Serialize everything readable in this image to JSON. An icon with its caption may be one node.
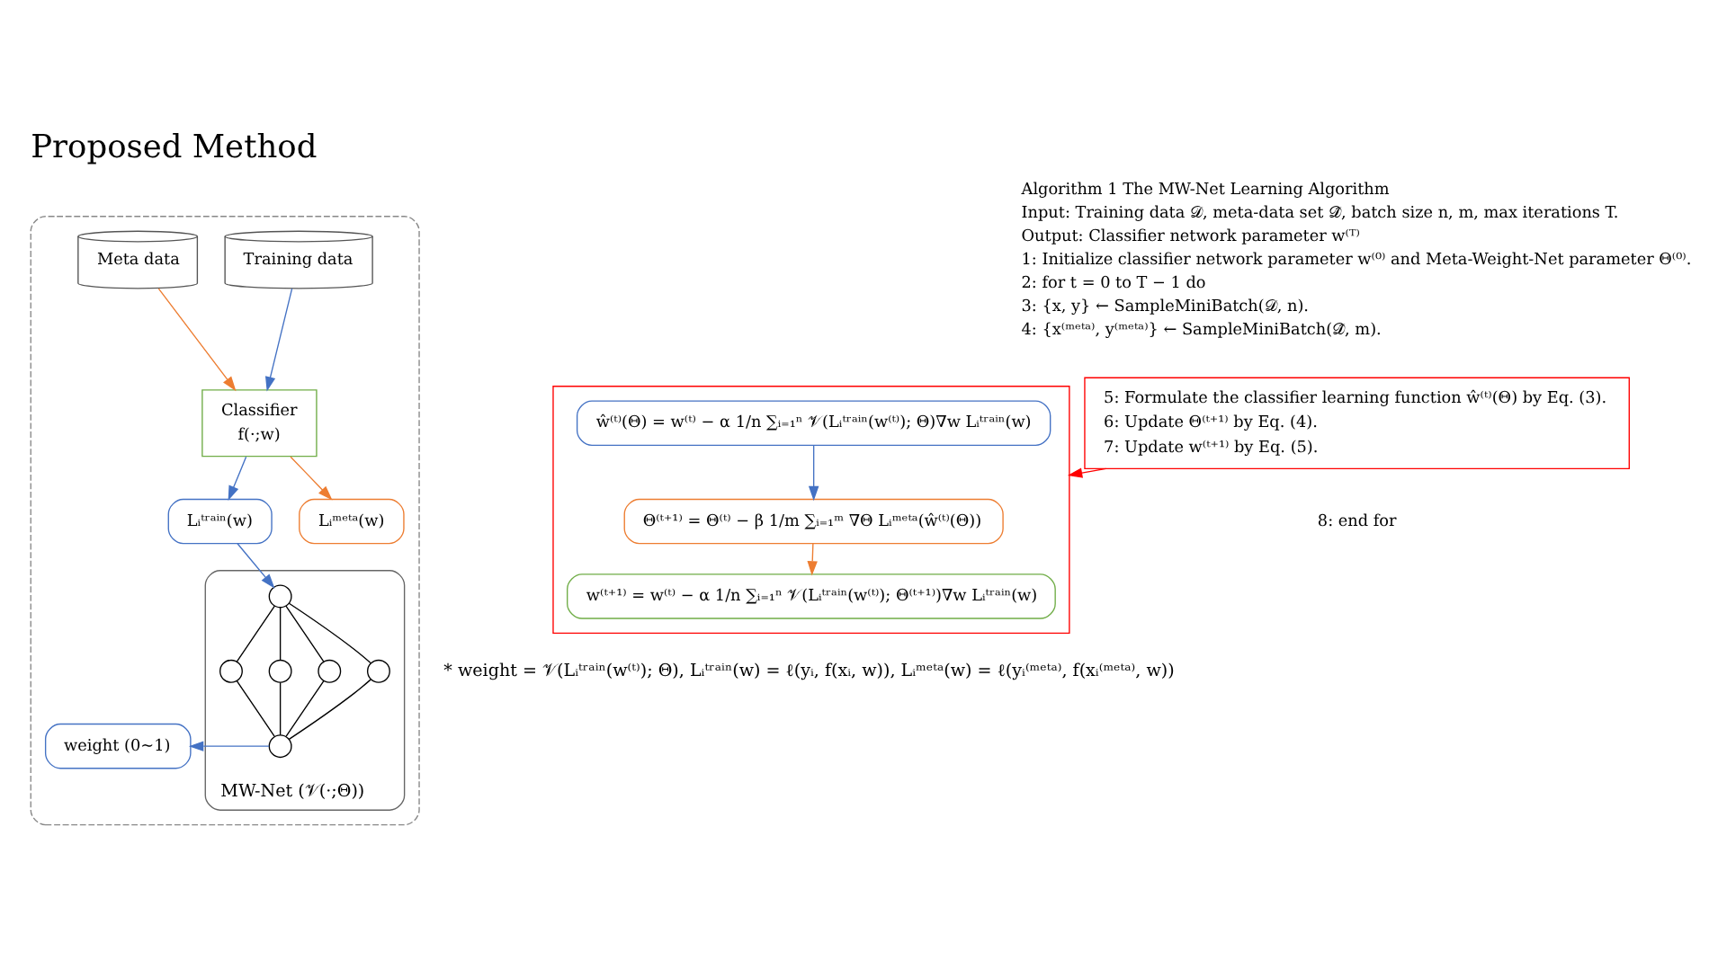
{
  "diagram": {
    "title": "Proposed Method",
    "nodes": [
      {
        "text": [],
        "shape": "box"
      },
      {
        "text": [
          "Training data"
        ],
        "in": 0
      },
      {
        "text": [
          "Meta data"
        ],
        "in": 0
      },
      {
        "text": [
          "Classifier",
          "f(·;w)"
        ],
        "in": 0
      },
      {
        "text": [
          "Lᵢᵗʳᵃⁱⁿ(w)"
        ],
        "in": 0
      },
      {
        "text": [
          "Lᵢᵐᵉᵗᵃ(w)"
        ],
        "in": 0
      },
      {
        "text": [
          "MW-Net (𝒱(·;Θ))"
        ],
        "in": 0
      },
      {
        "text": [],
        "shape": "circle",
        "in": 6
      },
      {
        "text": [],
        "shape": "circle",
        "in": 6
      },
      {
        "text": [],
        "shape": "circle",
        "in": 6
      },
      {
        "text": [],
        "shape": "circle",
        "in": 6
      },
      {
        "text": [],
        "shape": "circle",
        "in": 6
      },
      {
        "text": [],
        "shape": "circle",
        "in": 6
      },
      {
        "text": [
          "weight (0~1)"
        ],
        "in": 0
      },
      {
        "text": [
          "5: Formulate the classifier learning function ŵ⁽ᵗ⁾(Θ) by Eq. (3).",
          "6: Update Θ⁽ᵗ⁺¹⁾ by Eq. (4).",
          "7: Update w⁽ᵗ⁺¹⁾ by Eq. (5)."
        ]
      },
      {
        "text": [],
        "shape": "box"
      },
      {
        "text": [
          "ŵ⁽ᵗ⁾(Θ) = w⁽ᵗ⁾ − α 1/n ∑ᵢ₌₁ⁿ 𝒱(Lᵢᵗʳᵃⁱⁿ(w⁽ᵗ⁾); Θ)∇w Lᵢᵗʳᵃⁱⁿ(w)"
        ],
        "in": 15
      },
      {
        "text": [
          "Θ⁽ᵗ⁺¹⁾ = Θ⁽ᵗ⁾ − β 1/m ∑ᵢ₌₁ᵐ ∇Θ Lᵢᵐᵉᵗᵃ(ŵ⁽ᵗ⁾(Θ))"
        ],
        "in": 15
      },
      {
        "text": [
          "w⁽ᵗ⁺¹⁾ = w⁽ᵗ⁾ − α 1/n ∑ᵢ₌₁ⁿ 𝒱(Lᵢᵗʳᵃⁱⁿ(w⁽ᵗ⁾); Θ⁽ᵗ⁺¹⁾)∇w Lᵢᵗʳᵃⁱⁿ(w)"
        ],
        "in": 15
      }
    ],
    "edges": [
      {
        "from": 1,
        "to": 3,
        "arrow": "to",
        "color": "#4472c4"
      },
      {
        "from": 2,
        "to": 3,
        "arrow": "to",
        "color": "#ed7d31"
      },
      {
        "from": 3,
        "to": 4,
        "arrow": "to",
        "color": "#4472c4"
      },
      {
        "from": 3,
        "to": 5,
        "arrow": "to",
        "color": "#ed7d31"
      },
      {
        "from": 4,
        "to": 7,
        "arrow": "to",
        "color": "#4472c4"
      },
      {
        "from": 7,
        "to": 8,
        "arrow": "none"
      },
      {
        "from": 7,
        "to": 9,
        "arrow": "none"
      },
      {
        "from": 7,
        "to": 10,
        "arrow": "none"
      },
      {
        "from": 7,
        "to": 11,
        "arrow": "none"
      },
      {
        "from": 8,
        "to": 12,
        "arrow": "none"
      },
      {
        "from": 9,
        "to": 12,
        "arrow": "none"
      },
      {
        "from": 10,
        "to": 12,
        "arrow": "none"
      },
      {
        "from": 11,
        "to": 12,
        "arrow": "none"
      },
      {
        "from": 12,
        "to": 13,
        "arrow": "to",
        "color": "#4472c4"
      },
      {
        "from": 14,
        "to": 15,
        "arrow": "to",
        "color": "#ff0000"
      },
      {
        "from": 16,
        "to": 17,
        "arrow": "to",
        "color": "#4472c4"
      },
      {
        "from": 17,
        "to": 18,
        "arrow": "to",
        "color": "#ed7d31"
      }
    ],
    "labels": [
      "Algorithm 1 The MW-Net Learning Algorithm",
      "Input: Training data 𝒟, meta-data set 𝒟̂, batch size n, m, max iterations T.",
      "Output: Classifier network parameter w⁽ᵀ⁾",
      "1: Initialize classifier network parameter w⁽⁰⁾ and Meta-Weight-Net parameter Θ⁽⁰⁾.",
      "2: for t = 0 to T − 1 do",
      "3: {x, y} ← SampleMiniBatch(𝒟, n).",
      "4: {x⁽ᵐᵉᵗᵃ⁾, y⁽ᵐᵉᵗᵃ⁾} ← SampleMiniBatch(𝒟̂, m).",
      "8: end for",
      "* weight = 𝒱(Lᵢᵗʳᵃⁱⁿ(w⁽ᵗ⁾); Θ), Lᵢᵗʳᵃⁱⁿ(w) = ℓ(yᵢ, f(xᵢ, w)), Lᵢᵐᵉᵗᵃ(w) = ℓ(yᵢ⁽ᵐᵉᵗᵃ⁾, f(xᵢ⁽ᵐᵉᵗᵃ⁾, w))"
    ]
  }
}
